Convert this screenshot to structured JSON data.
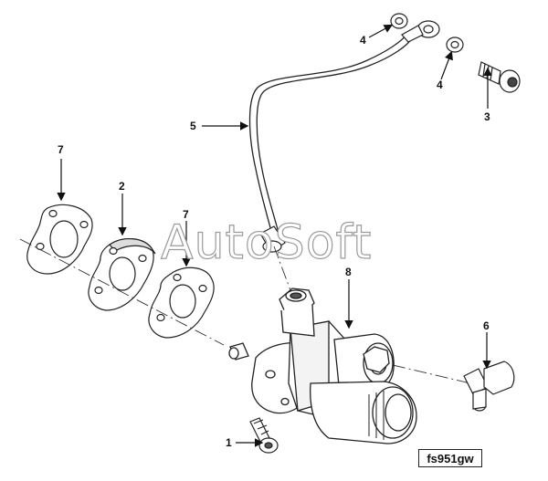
{
  "watermark": "AutoSoft",
  "figure_code": "fs951gw",
  "callouts": {
    "c1": "1",
    "c2": "2",
    "c3": "3",
    "c4a": "4",
    "c4b": "4",
    "c5": "5",
    "c6": "6",
    "c7a": "7",
    "c7b": "7",
    "c8": "8"
  }
}
